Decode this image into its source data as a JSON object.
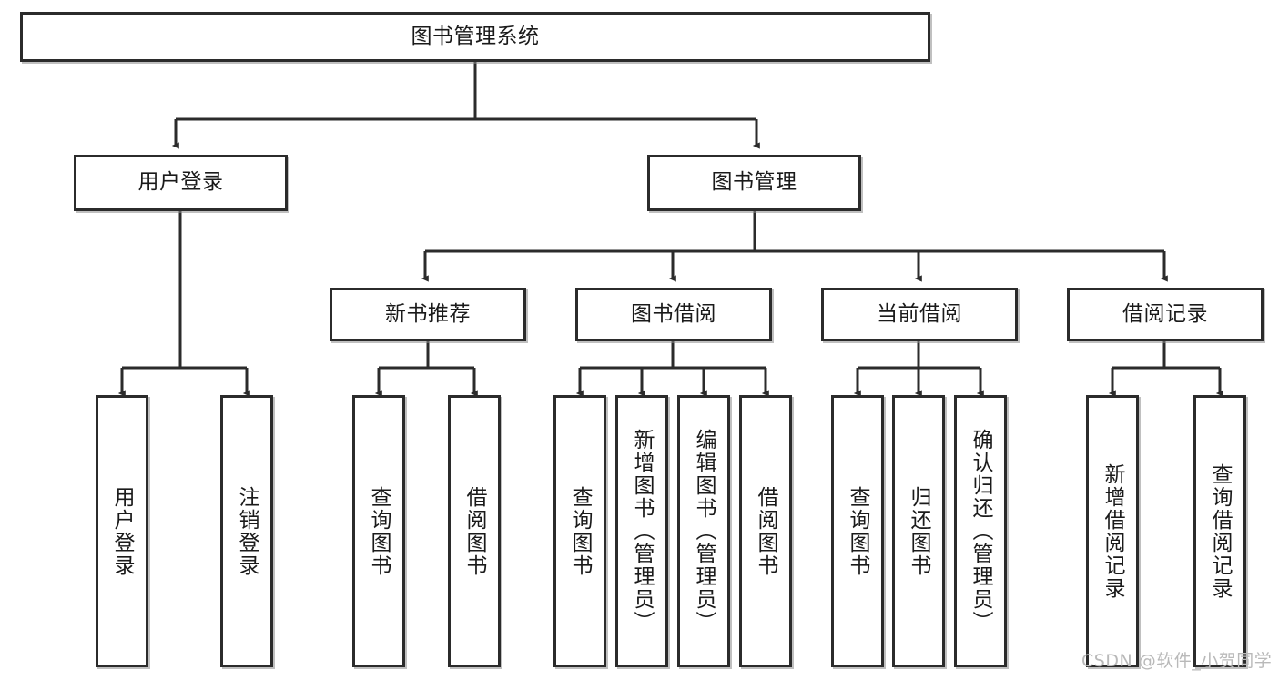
{
  "diagram": {
    "title": "图书管理系统",
    "type": "tree-hierarchy-chart",
    "watermark": "CSDN @软件_小贺同学",
    "colors": {
      "stroke": "#2b2b2b",
      "fill": "#ffffff",
      "text": "#1a1a1a",
      "watermark": "#b9b9b9"
    }
  },
  "nodes": {
    "root": {
      "label": "图书管理系统"
    },
    "level2": [
      {
        "id": "user-login",
        "label": "用户登录"
      },
      {
        "id": "book-manage",
        "label": "图书管理"
      }
    ],
    "level3": [
      {
        "id": "new-book-recommend",
        "label": "新书推荐"
      },
      {
        "id": "book-borrow",
        "label": "图书借阅"
      },
      {
        "id": "current-borrow",
        "label": "当前借阅"
      },
      {
        "id": "borrow-record",
        "label": "借阅记录"
      }
    ],
    "leaves": {
      "user_login": [
        {
          "id": "leaf-user-login",
          "label": "用户登录"
        },
        {
          "id": "leaf-logout-login",
          "label": "注销登录"
        }
      ],
      "new_book_recommend": [
        {
          "id": "leaf-query-book-1",
          "label": "查询图书"
        },
        {
          "id": "leaf-borrow-book-1",
          "label": "借阅图书"
        }
      ],
      "book_borrow": [
        {
          "id": "leaf-query-book-2",
          "label": "查询图书"
        },
        {
          "id": "leaf-add-book",
          "label": "新增图书（管理员）"
        },
        {
          "id": "leaf-edit-book",
          "label": "编辑图书（管理员）"
        },
        {
          "id": "leaf-borrow-book-2",
          "label": "借阅图书"
        }
      ],
      "current_borrow": [
        {
          "id": "leaf-query-book-3",
          "label": "查询图书"
        },
        {
          "id": "leaf-return-book",
          "label": "归还图书"
        },
        {
          "id": "leaf-confirm-return",
          "label": "确认归还（管理员）"
        }
      ],
      "borrow_record": [
        {
          "id": "leaf-add-record",
          "label": "新增借阅记录"
        },
        {
          "id": "leaf-query-record",
          "label": "查询借阅记录"
        }
      ]
    }
  }
}
